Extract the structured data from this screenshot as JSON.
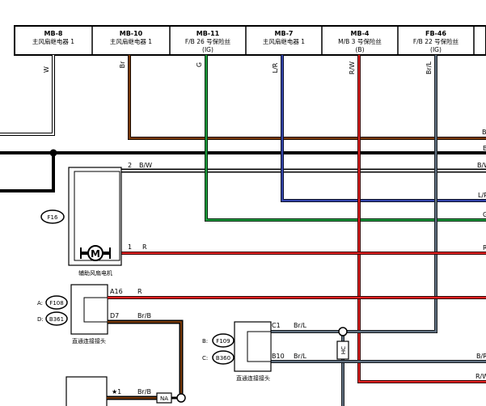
{
  "header_boxes": [
    {
      "name": "MB-8",
      "desc": "主风扇继电器 1",
      "extra": ""
    },
    {
      "name": "MB-10",
      "desc": "主风扇继电器 1",
      "extra": ""
    },
    {
      "name": "MB-11",
      "desc": "F/B 26 号保险丝",
      "extra": "(IG)"
    },
    {
      "name": "MB-7",
      "desc": "主风扇继电器 1",
      "extra": ""
    },
    {
      "name": "MB-4",
      "desc": "M/B 3 号保险丝",
      "extra": "(B)"
    },
    {
      "name": "FB-46",
      "desc": "F/B 22 号保险丝",
      "extra": "(IG)"
    }
  ],
  "wire_colors": {
    "W": "W",
    "Br": "Br",
    "G": "G",
    "LR": "L/R",
    "RW": "R/W",
    "BrL": "Br/L",
    "BW": "B/W",
    "R": "R",
    "BrB": "Br/B"
  },
  "colors": {
    "brown": "#7a3a0a",
    "green": "#1a9a3a",
    "blue": "#3344aa",
    "red": "#e02020",
    "grayblue": "#607080",
    "black": "#000000",
    "gray": "#9a9a9a"
  },
  "right_labels": [
    "B",
    "B",
    "B/W",
    "L/R",
    "G",
    "R",
    "B/R",
    "R/W"
  ],
  "motor": {
    "label": "辅助风扇电机",
    "symbol": "M",
    "connector": "F16",
    "pin_top": "2",
    "pin_bottom": "1"
  },
  "joint_connector_1": {
    "label": "直通连接接头",
    "refs": [
      {
        "letter": "A:",
        "id": "F108"
      },
      {
        "letter": "D:",
        "id": "B361"
      }
    ],
    "pins": [
      {
        "pin": "A16",
        "wire": "R"
      },
      {
        "pin": "D7",
        "wire": "Br/B"
      }
    ]
  },
  "joint_connector_2": {
    "label": "直通连接接头",
    "refs": [
      {
        "letter": "B:",
        "id": "F109"
      },
      {
        "letter": "C:",
        "id": "B360"
      }
    ],
    "pins": [
      {
        "pin": "C1",
        "wire": "Br/L"
      },
      {
        "pin": "B10",
        "wire": "Br/L"
      }
    ]
  },
  "hc_label": "HC",
  "bottom": {
    "star": "★1",
    "wire": "Br/B",
    "na": "NA"
  }
}
